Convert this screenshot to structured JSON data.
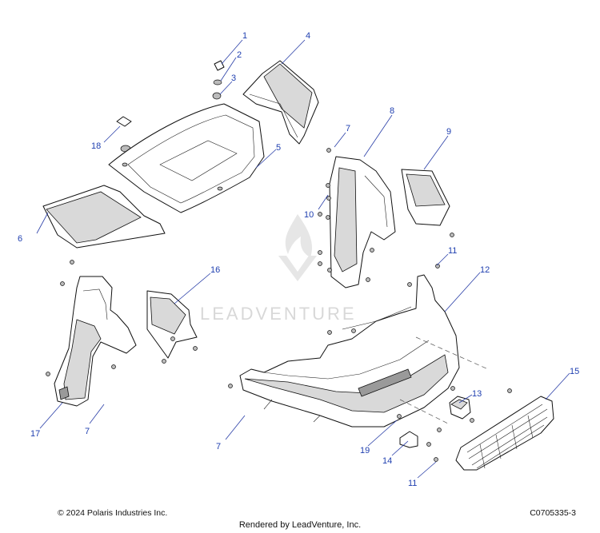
{
  "footer": {
    "copyright": "© 2024 Polaris Industries Inc.",
    "diagram_code": "C0705335-3",
    "rendered_by": "Rendered by LeadVenture, Inc."
  },
  "watermark": {
    "text": "LEADVENTURE"
  },
  "callouts": {
    "c1": "1",
    "c2": "2",
    "c3": "3",
    "c4": "4",
    "c5": "5",
    "c6": "6",
    "c7a": "7",
    "c7b": "7",
    "c7c": "7",
    "c8": "8",
    "c9": "9",
    "c10": "10",
    "c11a": "11",
    "c11b": "11",
    "c12": "12",
    "c13": "13",
    "c14": "14",
    "c15": "15",
    "c16": "16",
    "c17": "17",
    "c18": "18",
    "c19": "19"
  },
  "colors": {
    "callout": "#1f3fb0",
    "line": "#111111",
    "watermark": "#d8d8d8"
  }
}
